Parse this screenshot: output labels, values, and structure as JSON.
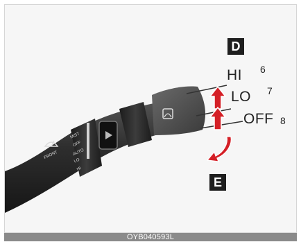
{
  "callouts": {
    "letter_d": "D",
    "letter_e": "E",
    "positions": [
      {
        "label": "HI",
        "number": "6"
      },
      {
        "label": "LO",
        "number": "7"
      },
      {
        "label": "OFF",
        "number": "8"
      }
    ]
  },
  "switch_labels": {
    "wiper_front": "FRONT",
    "mist": "MIST",
    "off": "OFF",
    "auto": "AUTO",
    "lo": "LO",
    "hi": "HI"
  },
  "caption": "OYB040593L",
  "colors": {
    "stalk": "#2b2b2b",
    "arrow": "#d41f26",
    "badge": "#1e1e1e",
    "caption_bar": "#8a8a8a"
  },
  "icons": [
    "windshield-wiper-icon",
    "rear-wiper-icon",
    "up-arrow-icon",
    "down-curved-arrow-icon"
  ]
}
